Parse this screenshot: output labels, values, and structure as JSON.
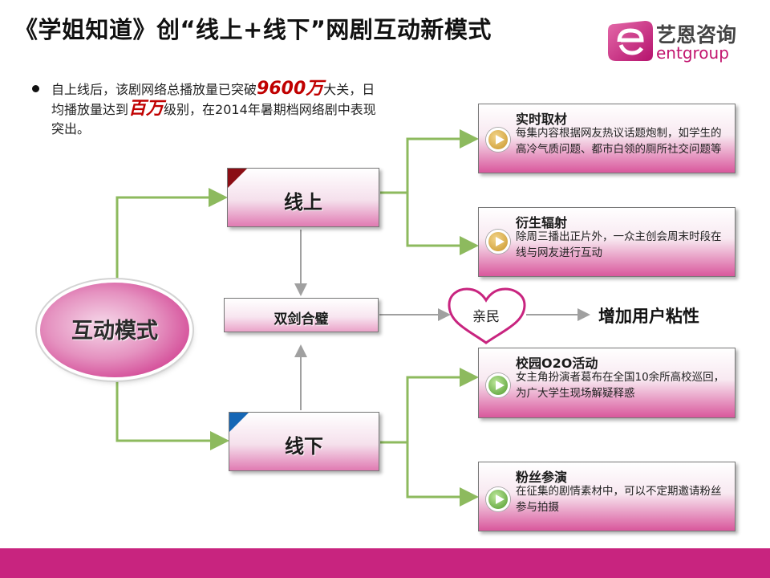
{
  "title": "《学姐知道》创“线上+线下”网剧互动新模式",
  "logo": {
    "cn": "艺恩咨询",
    "en": "entgroup"
  },
  "bullet": {
    "part1": "自上线后，该剧网络总播放量已突破",
    "highlight1": "9600万",
    "part2": "大关，日均播放量达到",
    "highlight2": "百万",
    "part3": "级别，在2014年暑期档网络剧中表现突出。"
  },
  "center": {
    "label": "互动模式"
  },
  "online": {
    "label": "线上"
  },
  "offline": {
    "label": "线下"
  },
  "combine": {
    "label": "双剑合璧"
  },
  "heart": {
    "label": "亲民"
  },
  "result": {
    "label": "增加用户粘性"
  },
  "cards": [
    {
      "title": "实时取材",
      "desc": "每集内容根据网友热议话题炮制，如学生的高冷气质问题、都市白领的厕所社交问题等",
      "icon": "play-icon-gold"
    },
    {
      "title": "衍生辐射",
      "desc": "除周三播出正片外，一众主创会周末时段在线与网友进行互动",
      "icon": "play-icon-gold"
    },
    {
      "title": "校园O2O活动",
      "desc": "女主角扮演者葛布在全国10余所高校巡回，为广大学生现场解疑释惑",
      "icon": "play-icon-green"
    },
    {
      "title": "粉丝参演",
      "desc": "在征集的剧情素材中，可以不定期邀请粉丝参与拍摄",
      "icon": "play-icon-green"
    }
  ],
  "colors": {
    "accent": "#c8247f",
    "connector": "#8dba5e",
    "gray_arrow": "#a0a0a0",
    "heart": "#c8247f"
  }
}
